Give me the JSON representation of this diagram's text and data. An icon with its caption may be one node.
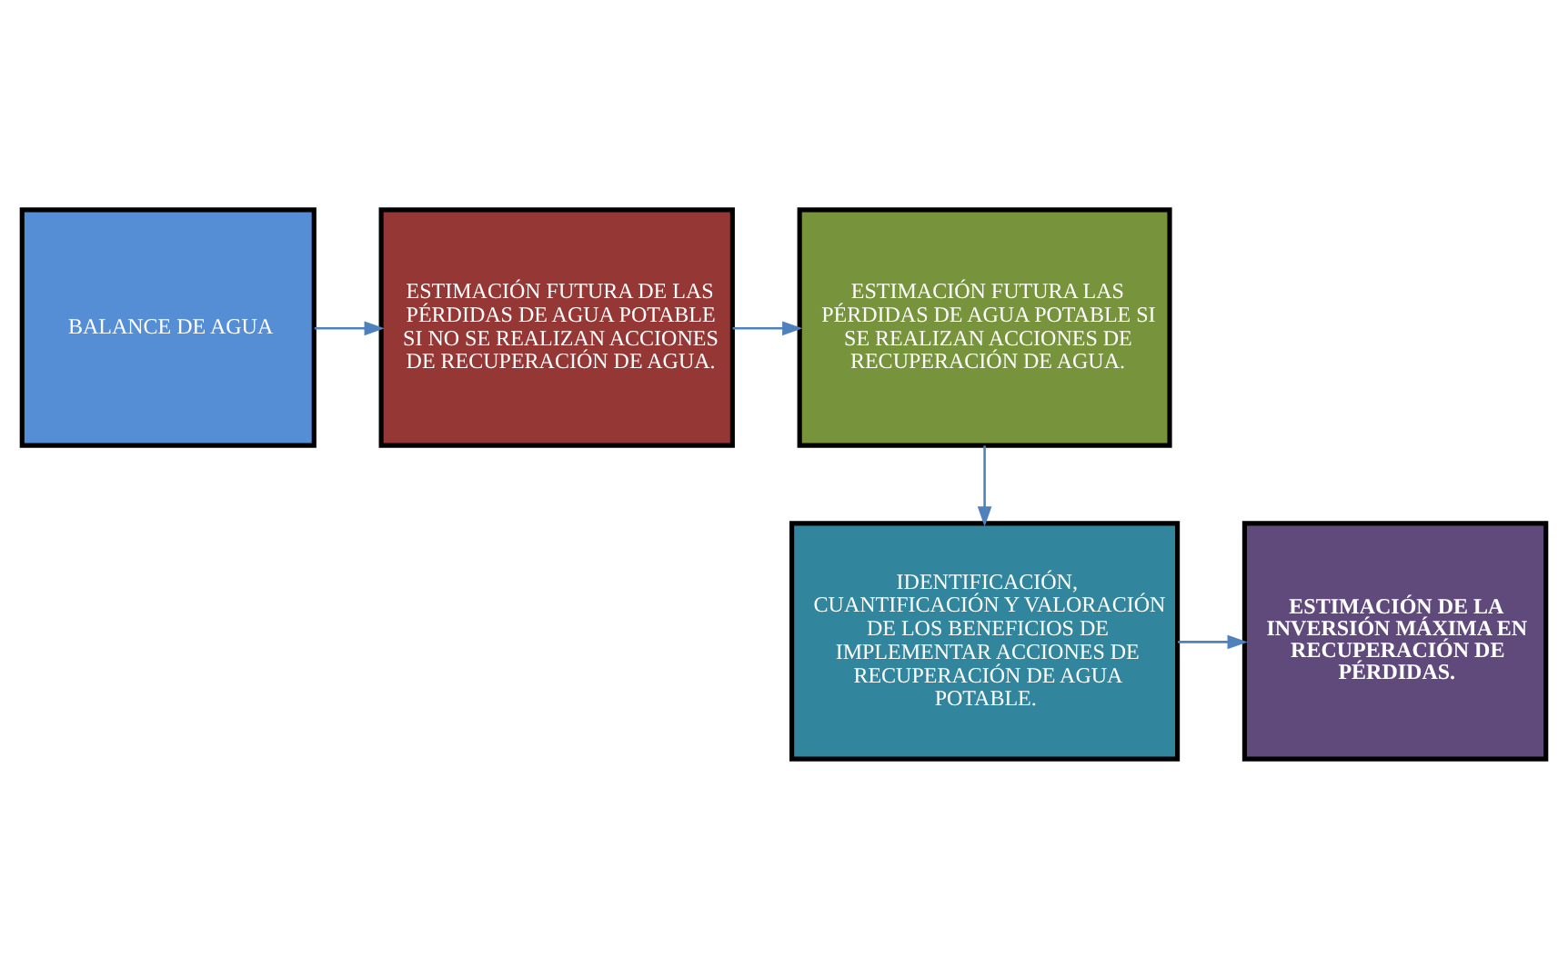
{
  "diagram": {
    "nodes": [
      {
        "text": [
          "BALANCE DE AGUA"
        ]
      },
      {
        "text": [
          "ESTIMACIÓN FUTURA DE LAS PÉRDIDAS DE AGUA POTABLE SI NO SE REALIZAN ACCIONES DE RECUPERACIÓN DE AGUA."
        ]
      },
      {
        "text": [
          "ESTIMACIÓN FUTURA LAS PÉRDIDAS DE AGUA POTABLE SI SE REALIZAN ACCIONES DE RECUPERACIÓN DE AGUA."
        ]
      },
      {
        "text": [
          "IDENTIFICACIÓN, CUANTIFICACIÓN Y VALORACIÓN DE LOS BENEFICIOS DE IMPLEMENTAR ACCIONES DE RECUPERACIÓN DE AGUA POTABLE."
        ]
      },
      {
        "text": [
          "ESTIMACIÓN DE LA INVERSIÓN MÁXIMA EN RECUPERACIÓN DE PÉRDIDAS."
        ]
      }
    ],
    "edges": [
      {
        "from": 0,
        "to": 1,
        "arrow": "to"
      },
      {
        "from": 1,
        "to": 2,
        "arrow": "to"
      },
      {
        "from": 2,
        "to": 3,
        "arrow": "to"
      },
      {
        "from": 3,
        "to": 4,
        "arrow": "to"
      }
    ]
  }
}
